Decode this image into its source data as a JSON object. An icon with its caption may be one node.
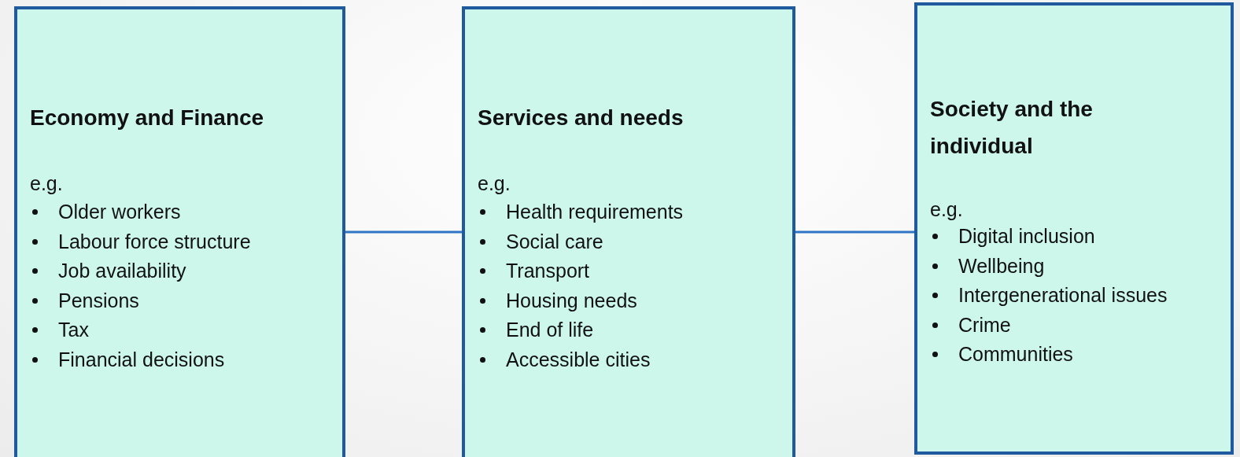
{
  "diagram": {
    "nodes": [
      {
        "text": [
          "Economy and Finance",
          "e.g.",
          "Older workers",
          "Labour force structure",
          "Job availability",
          "Pensions",
          "Tax",
          "Financial decisions"
        ]
      },
      {
        "text": [
          "Services and needs",
          "e.g.",
          "Health requirements",
          "Social care",
          "Transport",
          "Housing needs",
          "End of life",
          "Accessible cities"
        ]
      },
      {
        "text": [
          "Society and the individual",
          "e.g.",
          "Digital inclusion",
          "Wellbeing",
          "Intergenerational issues",
          "Crime",
          "Communities"
        ]
      }
    ],
    "edges": [
      {
        "from": 0,
        "to": 1,
        "arrow": "none"
      },
      {
        "from": 1,
        "to": 2,
        "arrow": "none"
      }
    ]
  }
}
